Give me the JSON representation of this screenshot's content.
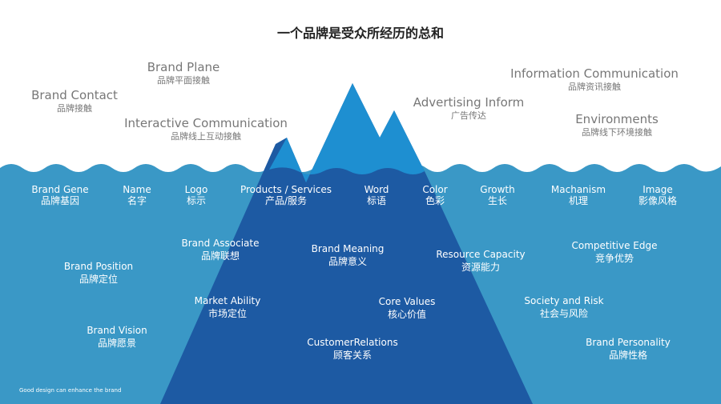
{
  "title": "一个品牌是受众所经历的总和",
  "footer": "Good design can enhance the brand",
  "colors": {
    "sky": "#ffffff",
    "water": "#3a98c6",
    "mountain": "#1e8fd1",
    "underwater_mountain": "#1d5aa3",
    "text_dark": "#222222",
    "text_grey": "#777777",
    "text_light": "#ffffff"
  },
  "above_water": [
    {
      "en": "Brand Plane",
      "zh": "品牌平面接触"
    },
    {
      "en": "Brand Contact",
      "zh": "品牌接触"
    },
    {
      "en": "Interactive Communication",
      "zh": "品牌线上互动接触"
    },
    {
      "en": "Advertising Inform",
      "zh": "广告传达"
    },
    {
      "en": "Information Communication",
      "zh": "品牌资讯接触"
    },
    {
      "en": "Environments",
      "zh": "品牌线下环境接触"
    }
  ],
  "waterline": [
    {
      "en": "Brand Gene",
      "zh": "品牌基因"
    },
    {
      "en": "Name",
      "zh": "名字"
    },
    {
      "en": "Logo",
      "zh": "标示"
    },
    {
      "en": "Products / Services",
      "zh": "产品/服务"
    },
    {
      "en": "Word",
      "zh": "标语"
    },
    {
      "en": "Color",
      "zh": "色彩"
    },
    {
      "en": "Growth",
      "zh": "生长"
    },
    {
      "en": "Machanism",
      "zh": "机理"
    },
    {
      "en": "Image",
      "zh": "影像风格"
    }
  ],
  "underwater": [
    {
      "en": "Brand Position",
      "zh": "品牌定位"
    },
    {
      "en": "Brand Vision",
      "zh": "品牌愿景"
    },
    {
      "en": "Brand Associate",
      "zh": "品牌联想"
    },
    {
      "en": "Market Ability",
      "zh": "市场定位"
    },
    {
      "en": "Brand Meaning",
      "zh": "品牌意义"
    },
    {
      "en": "Core Values",
      "zh": "核心价值"
    },
    {
      "en": "CustomerRelations",
      "zh": "顾客关系"
    },
    {
      "en": "Resource Capacity",
      "zh": "资源能力"
    },
    {
      "en": "Society and Risk",
      "zh": "社会与风险"
    },
    {
      "en": "Competitive Edge",
      "zh": "竞争优势"
    },
    {
      "en": "Brand  Personality",
      "zh": "品牌性格"
    }
  ]
}
